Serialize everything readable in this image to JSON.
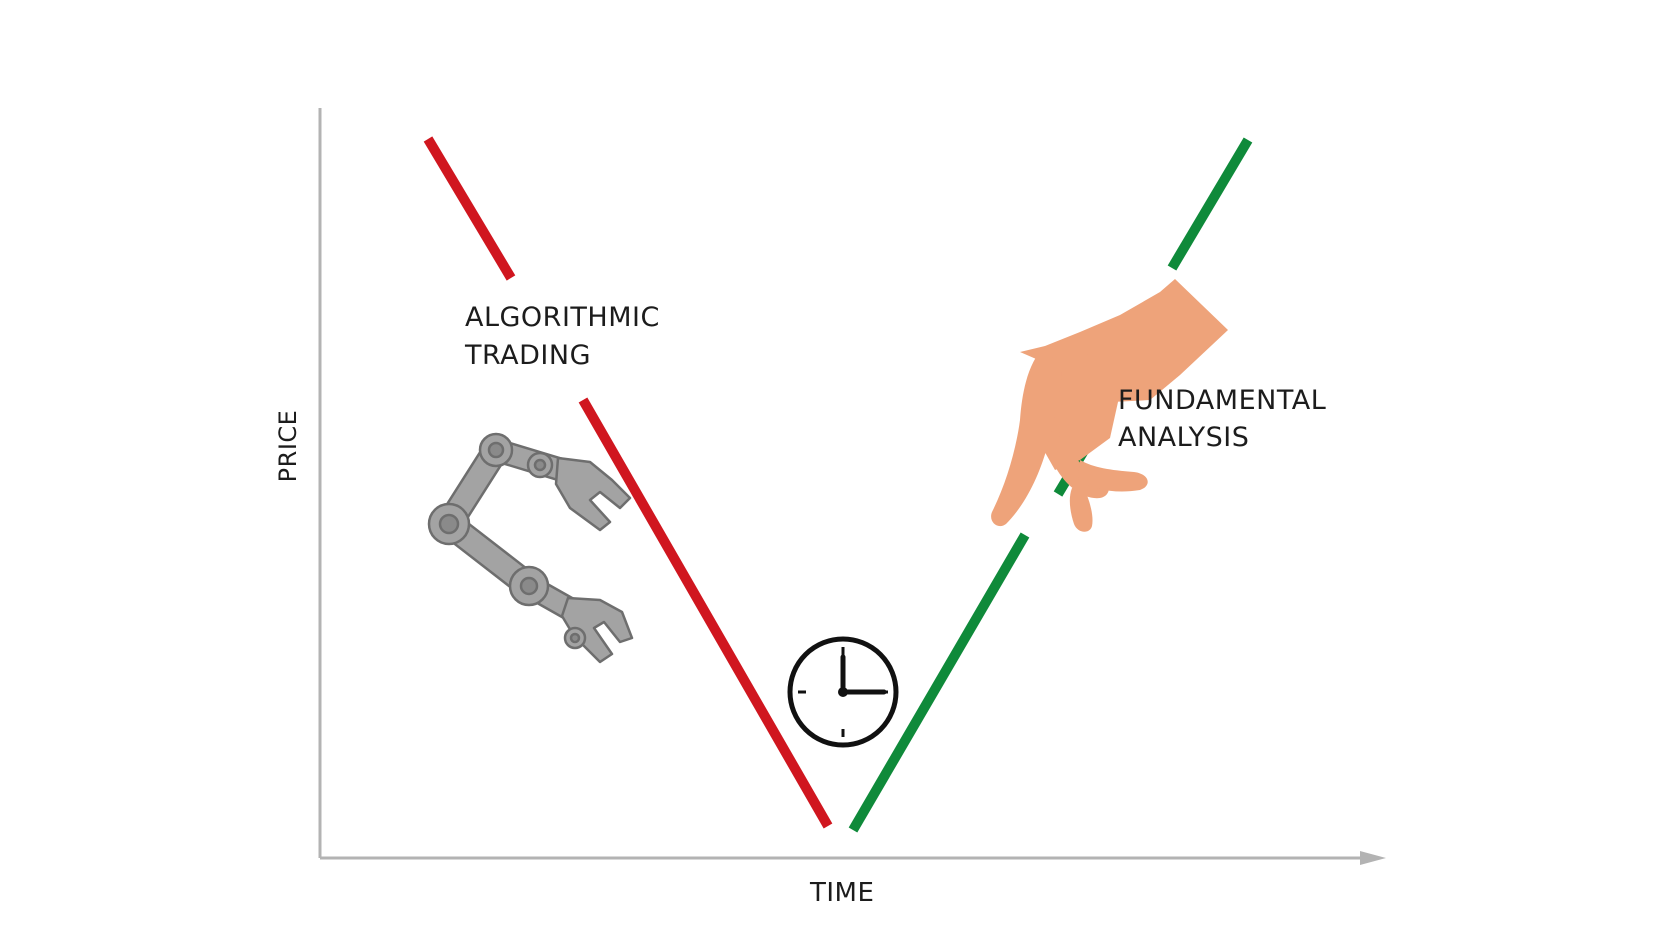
{
  "diagram": {
    "axes": {
      "x_label": "TIME",
      "y_label": "PRICE",
      "axis_color": "#b3b3b3"
    },
    "labels": {
      "algorithmic_trading": [
        "ALGORITHMIC",
        "TRADING"
      ],
      "fundamental_analysis": [
        "FUNDAMENTAL",
        "ANALYSIS"
      ]
    },
    "trends": {
      "decline_color": "#d0161f",
      "recovery_color": "#0f8a3a"
    },
    "icons": {
      "robot": "robot-arm-icon",
      "clock": "clock-icon",
      "hand": "human-hand-icon"
    },
    "colors": {
      "robot_body": "#a3a3a3",
      "robot_outline": "#6e6e6e",
      "hand_skin": "#eea37a",
      "clock_stroke": "#111111"
    }
  }
}
